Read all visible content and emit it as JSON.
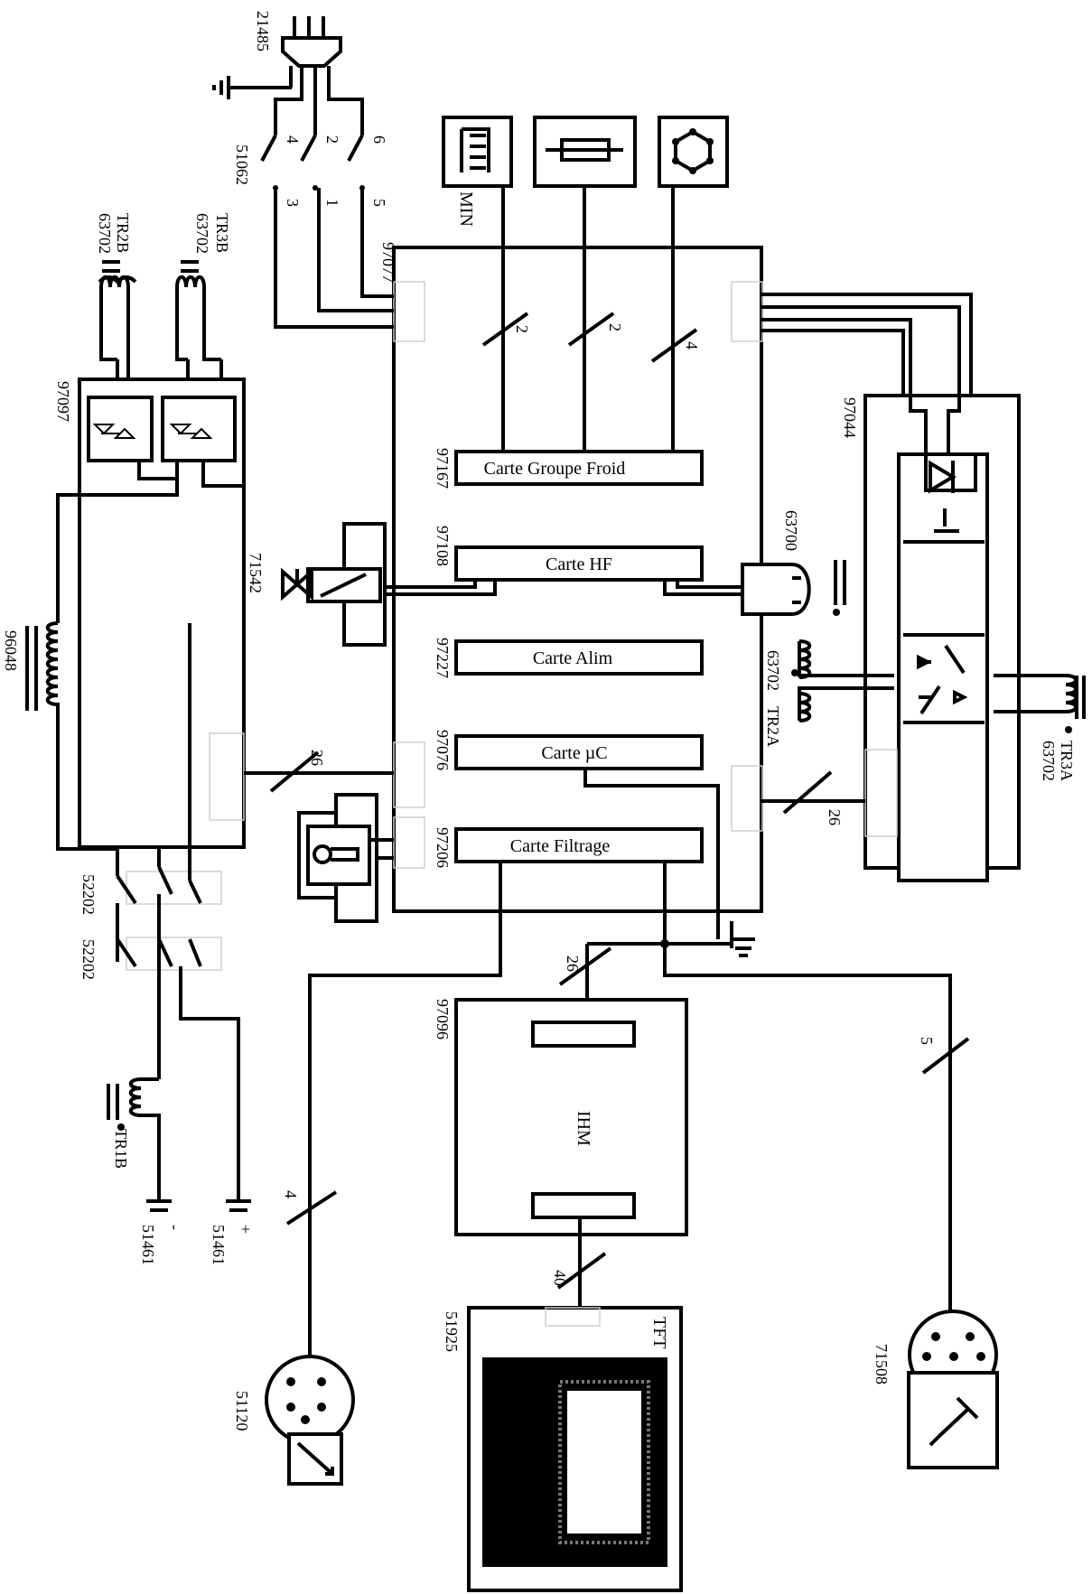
{
  "plug": {
    "ref": "21485"
  },
  "switch": {
    "ref": "51062",
    "pins_top": [
      "4",
      "2",
      "6"
    ],
    "pins_bottom": [
      "3",
      "1",
      "5"
    ]
  },
  "transformers": {
    "tr2b": {
      "name": "TR2B",
      "ref": "63702"
    },
    "tr3b": {
      "name": "TR3B",
      "ref": "63702"
    },
    "tr2a": {
      "name": "TR2A",
      "ref": "63702"
    },
    "tr3a": {
      "name": "TR3A",
      "ref": "63702"
    },
    "tr1b": {
      "name": "TR1B"
    },
    "choke": {
      "ref": "96048"
    }
  },
  "boards": {
    "rectifier_left": {
      "ref": "97097"
    },
    "main_board": {
      "ref": "97077"
    },
    "power_unit": {
      "ref": "97044"
    },
    "ihm_board": {
      "ref": "97096",
      "label": "IHM"
    }
  },
  "top_icons": {
    "min_label": "MIN"
  },
  "cards": [
    {
      "ref": "97167",
      "label": "Carte Groupe Froid"
    },
    {
      "ref": "97108",
      "label": "Carte HF"
    },
    {
      "ref": "97227",
      "label": "Carte Alim"
    },
    {
      "ref": "97076",
      "label": "Carte µC"
    },
    {
      "ref": "97206",
      "label": "Carte Filtrage"
    }
  ],
  "bus_counts": {
    "froid_1": "2",
    "froid_2": "2",
    "froid_3": "4",
    "left": "26",
    "right": "26",
    "ihm_top": "26",
    "ihm_bottom": "40",
    "torch": "5",
    "pedal": "4"
  },
  "valve": {
    "ref": "71542"
  },
  "hf_coil": {
    "ref": "63700"
  },
  "contactors": {
    "ref_a": "52202",
    "ref_b": "52202"
  },
  "output_minus": {
    "ref": "51461",
    "polarity": "-"
  },
  "output_plus": {
    "ref": "51461",
    "polarity": "+"
  },
  "connector_pedal": {
    "ref": "51120"
  },
  "connector_torch": {
    "ref": "71508"
  },
  "tft": {
    "ref": "51925",
    "label": "TFT"
  }
}
